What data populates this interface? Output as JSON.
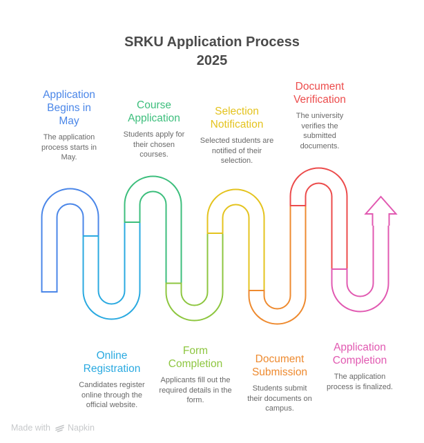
{
  "title": {
    "line1": "SRKU Application Process",
    "line2": "2025"
  },
  "steps": [
    {
      "label": "Application Begins in May",
      "description": "The application process starts in May.",
      "color": "#4a86e8",
      "position": "top"
    },
    {
      "label": "Online Registration",
      "description": "Candidates register online through the official website.",
      "color": "#29a9e0",
      "position": "bottom"
    },
    {
      "label": "Course Application",
      "description": "Students apply for their chosen courses.",
      "color": "#3cbe7c",
      "position": "top"
    },
    {
      "label": "Form Completion",
      "description": "Applicants fill out the required details in the form.",
      "color": "#8dc63f",
      "position": "bottom"
    },
    {
      "label": "Selection Notification",
      "description": "Selected students are notified of their selection.",
      "color": "#e4c31e",
      "position": "top"
    },
    {
      "label": "Document Submission",
      "description": "Students submit their documents on campus.",
      "color": "#ee8a2f",
      "position": "bottom"
    },
    {
      "label": "Document Verification",
      "description": "The university verifies the submitted documents.",
      "color": "#ec4b4b",
      "position": "top"
    },
    {
      "label": "Application Completion",
      "description": "The application process is finalized.",
      "color": "#e159b1",
      "position": "bottom"
    }
  ],
  "footer": {
    "made_with": "Made with",
    "brand": "Napkin"
  }
}
